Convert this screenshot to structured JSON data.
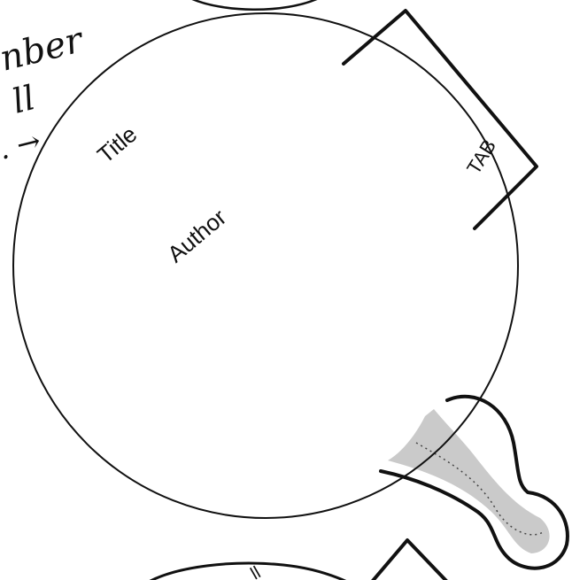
{
  "circle": {
    "title_label": "Title",
    "author_label": "Author"
  },
  "tab": {
    "label": "TAB"
  },
  "handwritten_note": {
    "line1": "nber",
    "line2": "ll",
    "line3": ". →"
  },
  "bottom_partial": {
    "fragment": "ll"
  },
  "colors": {
    "ink": "#111111",
    "paper": "#ffffff"
  }
}
